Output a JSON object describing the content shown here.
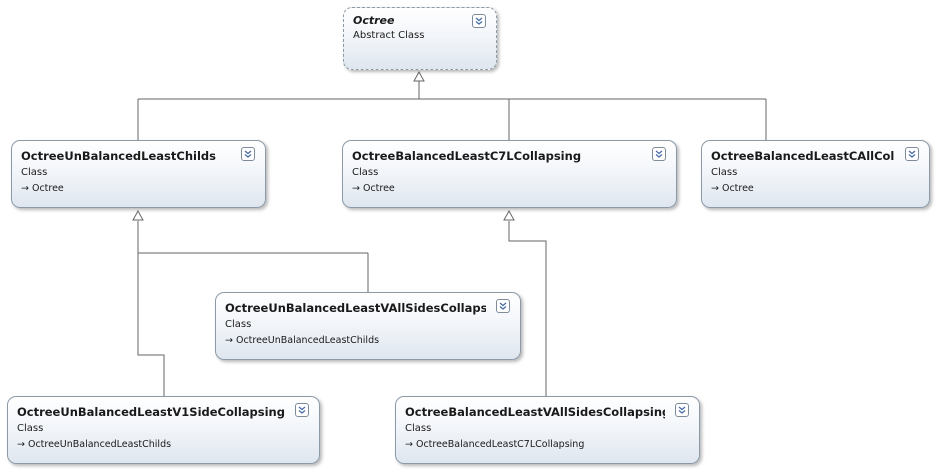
{
  "nodes": {
    "octree": {
      "title": "Octree",
      "kind": "Abstract Class"
    },
    "unbalanced_childs": {
      "title": "OctreeUnBalancedLeastChilds",
      "kind": "Class",
      "base": "Octree"
    },
    "balanced_c7l": {
      "title": "OctreeBalancedLeastC7LCollapsing",
      "kind": "Class",
      "base": "Octree"
    },
    "balanced_call": {
      "title": "OctreeBalancedLeastCAllColl...",
      "kind": "Class",
      "base": "Octree"
    },
    "unbalanced_vall": {
      "title": "OctreeUnBalancedLeastVAllSidesCollapsi...",
      "kind": "Class",
      "base": "OctreeUnBalancedLeastChilds"
    },
    "unbalanced_v1": {
      "title": "OctreeUnBalancedLeastV1SideCollapsing",
      "kind": "Class",
      "base": "OctreeUnBalancedLeastChilds"
    },
    "balanced_vall": {
      "title": "OctreeBalancedLeastVAllSidesCollapsing",
      "kind": "Class",
      "base": "OctreeBalancedLeastC7LCollapsing"
    }
  },
  "inheritance": [
    {
      "child": "unbalanced_childs",
      "parent": "octree"
    },
    {
      "child": "balanced_c7l",
      "parent": "octree"
    },
    {
      "child": "balanced_call",
      "parent": "octree"
    },
    {
      "child": "unbalanced_vall",
      "parent": "unbalanced_childs"
    },
    {
      "child": "unbalanced_v1",
      "parent": "unbalanced_childs"
    },
    {
      "child": "balanced_vall",
      "parent": "balanced_c7l"
    }
  ],
  "colors": {
    "line": "#666666",
    "border": "#8c9aa8",
    "toggle_chevron": "#4a6fa5"
  },
  "icons": {
    "toggle": "double-chevron-down-icon",
    "base_arrow": "inherits-arrow-icon"
  }
}
